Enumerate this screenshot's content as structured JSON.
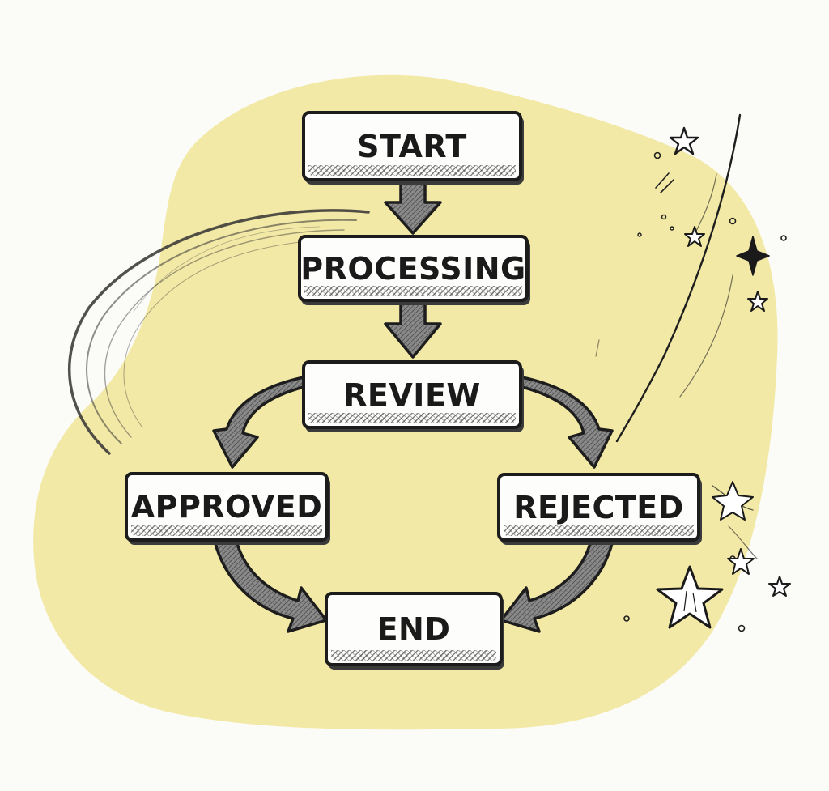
{
  "diagram": {
    "nodes": {
      "start": "START",
      "processing": "PROCESSING",
      "review": "REVIEW",
      "approved": "APPROVED",
      "rejected": "REJECTED",
      "end": "END"
    },
    "edges": [
      {
        "from": "start",
        "to": "processing"
      },
      {
        "from": "processing",
        "to": "review"
      },
      {
        "from": "review",
        "to": "approved"
      },
      {
        "from": "review",
        "to": "rejected"
      },
      {
        "from": "approved",
        "to": "end"
      },
      {
        "from": "rejected",
        "to": "end"
      }
    ]
  },
  "colors": {
    "blob": "#f3e9a6",
    "ink": "#1c1c1c",
    "node_fill": "#fdfdfb",
    "arrow_fill": "#8c8c8c",
    "background": "#fbfbf8"
  },
  "decorations": {
    "left_swoosh": "motion-swoosh",
    "right_sparkles": "star-icons"
  }
}
